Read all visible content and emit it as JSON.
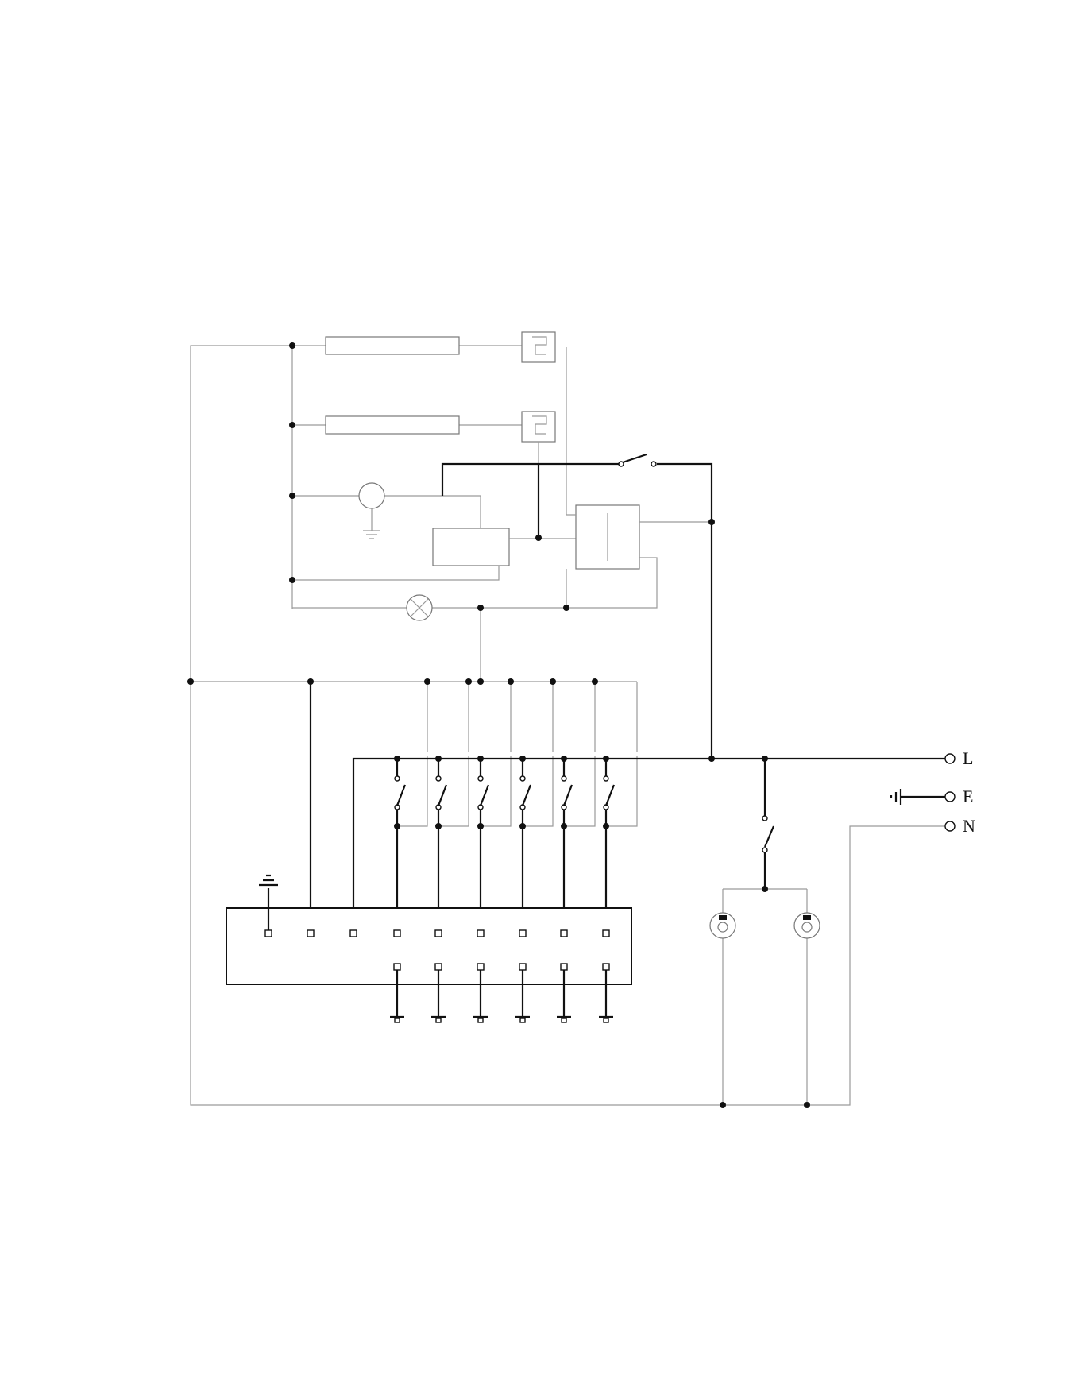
{
  "terminals": [
    {
      "key": "L",
      "label": "L"
    },
    {
      "key": "E",
      "label": "E"
    },
    {
      "key": "N",
      "label": "N"
    }
  ],
  "colors": {
    "thin_wire": "#9a9a9a",
    "bold_wire": "#111111",
    "background": "#ffffff"
  }
}
